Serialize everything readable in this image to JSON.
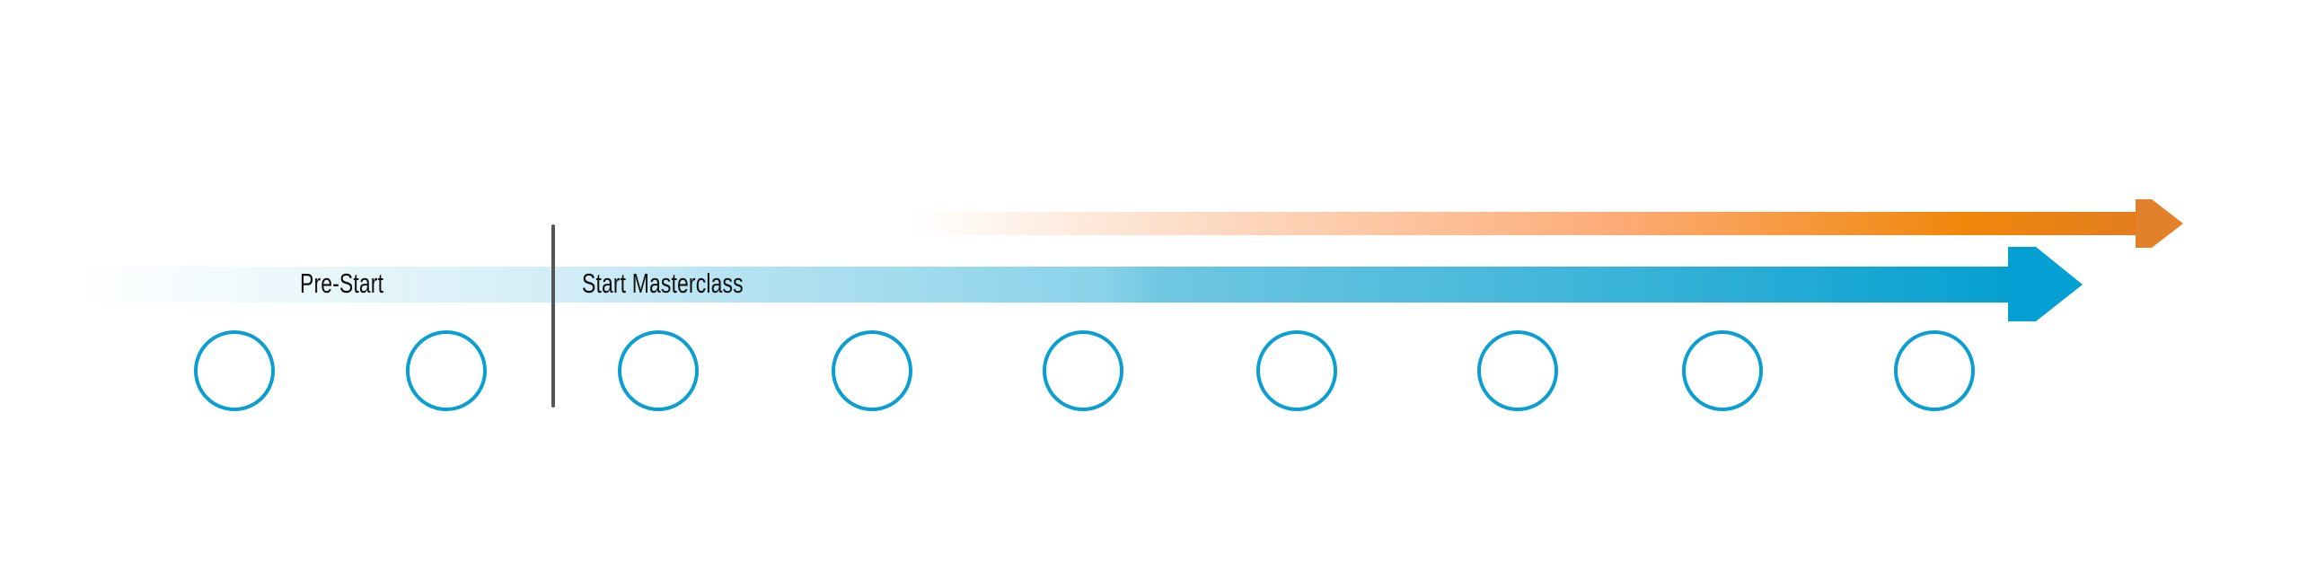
{
  "diagram": {
    "type": "timeline",
    "phases": [
      {
        "label": "Pre-Start"
      },
      {
        "label": "Start Masterclass"
      }
    ],
    "divider": {
      "between": [
        "Pre-Start",
        "Start Masterclass"
      ],
      "color": "#555555"
    },
    "arrows": [
      {
        "name": "orange-track",
        "gradient": [
          "#ffffff",
          "#fde0cc",
          "#fdac78",
          "#f0870a",
          "#e37d1f"
        ],
        "head_color": "#e3802a"
      },
      {
        "name": "blue-track",
        "gradient": [
          "#ffffff",
          "#d8f0f8",
          "#a8def0",
          "#70c7e2",
          "#3ab3d9",
          "#05a0d0"
        ],
        "head_color": "#05a0d3"
      }
    ],
    "milestones": {
      "count": 9,
      "pre_start_count": 2,
      "stroke_color": "#0a9fd0",
      "items": [
        {
          "phase": "Pre-Start",
          "filled": false
        },
        {
          "phase": "Pre-Start",
          "filled": false
        },
        {
          "phase": "Start Masterclass",
          "filled": false
        },
        {
          "phase": "Start Masterclass",
          "filled": false
        },
        {
          "phase": "Start Masterclass",
          "filled": false
        },
        {
          "phase": "Start Masterclass",
          "filled": false
        },
        {
          "phase": "Start Masterclass",
          "filled": false
        },
        {
          "phase": "Start Masterclass",
          "filled": false
        },
        {
          "phase": "Start Masterclass",
          "filled": false
        }
      ]
    }
  }
}
